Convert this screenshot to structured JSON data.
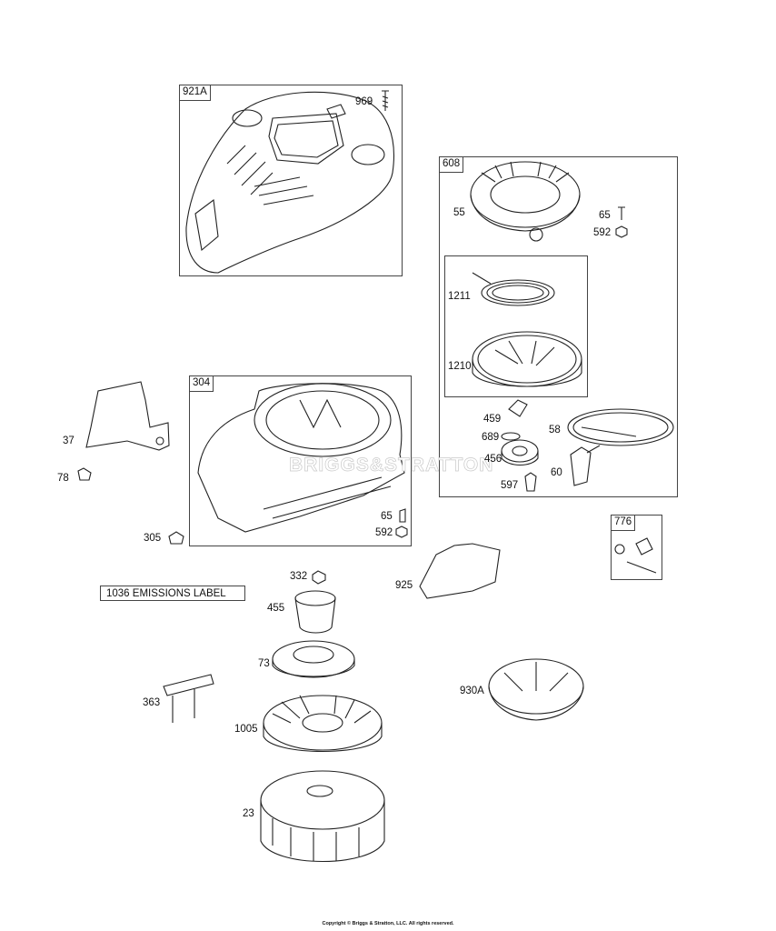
{
  "groups": [
    {
      "id": "921A",
      "label": "921A"
    },
    {
      "id": "608",
      "label": "608"
    },
    {
      "id": "304",
      "label": "304"
    },
    {
      "id": "776",
      "label": "776"
    }
  ],
  "parts": {
    "p969": "969",
    "p55": "55",
    "p65a": "65",
    "p592a": "592",
    "p1211": "1211",
    "p1210": "1210",
    "p459": "459",
    "p58": "58",
    "p689": "689",
    "p456": "456",
    "p60": "60",
    "p597": "597",
    "p37": "37",
    "p78": "78",
    "p305": "305",
    "p65b": "65",
    "p592b": "592",
    "p925": "925",
    "p332": "332",
    "p455": "455",
    "p73": "73",
    "p363": "363",
    "p1005": "1005",
    "p930A": "930A",
    "p23": "23"
  },
  "emissions_label": "1036 EMISSIONS LABEL",
  "watermark": "BRIGGS&STRATTON",
  "copyright": "Copyright © Briggs & Stratton, LLC. All rights reserved."
}
